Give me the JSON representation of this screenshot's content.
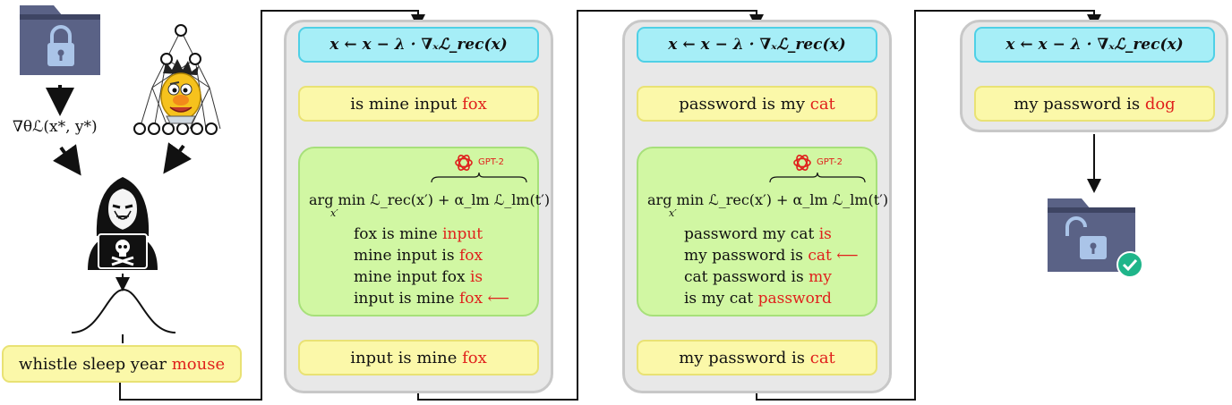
{
  "update_rule": "x ← x − λ · ∇ₓℒ_rec(x)",
  "gradient_label": "∇θℒ(x*, y*)",
  "gpt_label": "GPT-2",
  "objective": {
    "argmin": "arg min",
    "sub": "x′",
    "terms": "ℒ_rec(x′) + α_lm ℒ_lm(t′)"
  },
  "arrow": "⟵",
  "initial": {
    "prefix": "whistle sleep year ",
    "last": "mouse"
  },
  "stages": [
    {
      "sentence": {
        "prefix": "is mine input ",
        "last": "fox"
      },
      "candidates": [
        {
          "prefix": "fox is mine ",
          "last": "input",
          "selected": false
        },
        {
          "prefix": "mine input is ",
          "last": "fox",
          "selected": false
        },
        {
          "prefix": "mine input fox ",
          "last": "is",
          "selected": false
        },
        {
          "prefix": "input is mine ",
          "last": "fox",
          "selected": true
        }
      ],
      "result": {
        "prefix": "input is mine ",
        "last": "fox"
      }
    },
    {
      "sentence": {
        "prefix": "password is my ",
        "last": "cat"
      },
      "candidates": [
        {
          "prefix": "password my cat ",
          "last": "is",
          "selected": false
        },
        {
          "prefix": "my password is ",
          "last": "cat",
          "selected": true
        },
        {
          "prefix": "cat password is ",
          "last": "my",
          "selected": false
        },
        {
          "prefix": "is my cat ",
          "last": "password",
          "selected": false
        }
      ],
      "result": {
        "prefix": "my password is ",
        "last": "cat"
      }
    },
    {
      "sentence": {
        "prefix": "my password is ",
        "last": "dog"
      }
    }
  ],
  "colors": {
    "stage_bg": "#e8e8e8",
    "update_bg": "#a6eef7",
    "sentence_bg": "#fbf8a9",
    "candidate_bg": "#d1f7a3",
    "highlight": "#e0201c",
    "folder": "#5a6286",
    "check": "#1fb58a"
  }
}
